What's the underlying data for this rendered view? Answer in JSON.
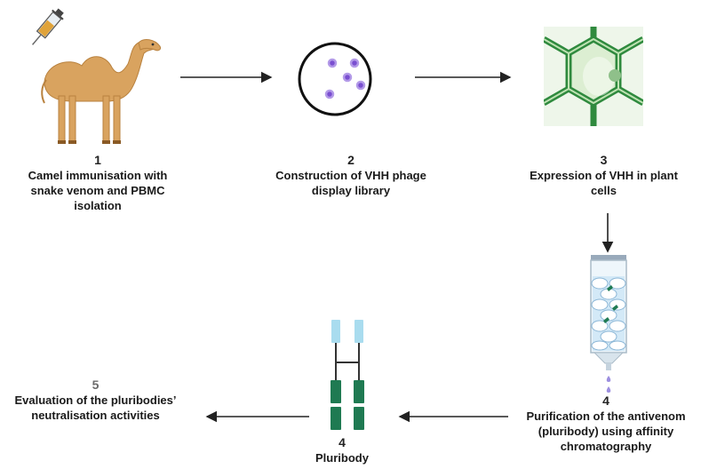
{
  "steps": {
    "s1": {
      "number": "1",
      "line1": "Camel immunisation with",
      "line2": "snake venom and PBMC",
      "line3": "isolation"
    },
    "s2": {
      "number": "2",
      "line1": "Construction of VHH phage",
      "line2": "display library"
    },
    "s3": {
      "number": "3",
      "line1": "Expression of VHH in plant",
      "line2": "cells"
    },
    "s4a": {
      "number": "4",
      "line1": "Purification of the antivenom",
      "line2": "(pluribody) using affinity",
      "line3": "chromatography"
    },
    "s4b": {
      "number": "4",
      "line1": "Pluribody"
    },
    "s5": {
      "number": "5",
      "line1": "Evaluation of the pluribodies’",
      "line2": "neutralisation activities"
    }
  },
  "colors": {
    "camel": "#d9a35f",
    "phage": "#7a4fd0",
    "plant_cell": "#3a9a4a",
    "column_liquid": "#cfe7f7",
    "antibody_heavy": "#1f7a52",
    "antibody_light": "#a9dcef",
    "arrow": "#222222"
  },
  "icons": [
    "syringe-icon",
    "camel-icon",
    "petri-dish-icon",
    "plant-cell-icon",
    "chromatography-column-icon",
    "antibody-icon"
  ]
}
